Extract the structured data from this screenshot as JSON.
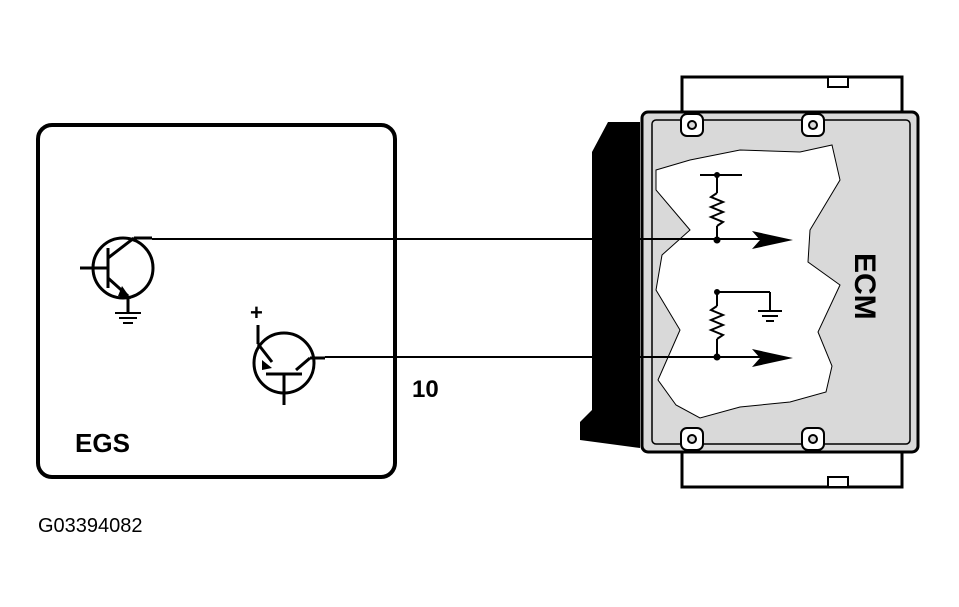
{
  "egs": {
    "label": "EGS"
  },
  "ecm": {
    "label": "ECM"
  },
  "pin_label": "10",
  "plus_sign": "+",
  "figure_id": "G03394082",
  "colors": {
    "line": "#000000",
    "ecm_housing": "#d9d9d9",
    "ecm_shadow": "#000000",
    "background": "#ffffff"
  },
  "icons": [
    "npn-transistor-icon",
    "pnp-transistor-icon",
    "resistor-icon",
    "ground-icon",
    "arrow-icon",
    "mounting-hole-icon"
  ]
}
